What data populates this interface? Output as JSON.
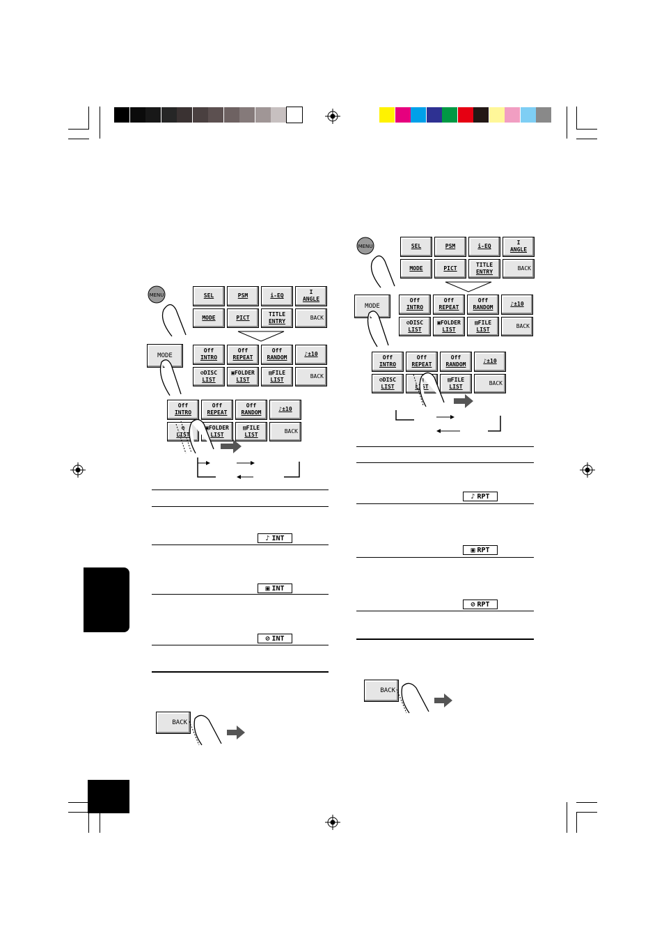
{
  "colors": {
    "gray_scale": [
      "#000000",
      "#0b0b0b",
      "#181818",
      "#262626",
      "#3a3232",
      "#4a4040",
      "#5c5050",
      "#6e6262",
      "#857a7a",
      "#a09696",
      "#c7c0c0",
      "#ffffff"
    ],
    "color_bar": [
      "#fff200",
      "#e6007e",
      "#00a0e9",
      "#2e3192",
      "#009944",
      "#e60012",
      "#231815",
      "#fff799",
      "#f19ec2",
      "#7ecef4",
      "#898989"
    ]
  },
  "menu_keys": {
    "sel": "SEL",
    "psm": "PSM",
    "ieq": "i-EQ",
    "angle_top": "I",
    "angle": "ANGLE",
    "mode": "MODE",
    "pict": "PICT",
    "title_top": "TITLE",
    "title": "ENTRY",
    "back": "BACK"
  },
  "mode_keys": {
    "off": "Off",
    "intro": "INTRO",
    "repeat": "REPEAT",
    "random": "RANDOM",
    "skip": "±10",
    "disc_top": "DISC",
    "disc": "LIST",
    "folder_top": "FOLDER",
    "folder": "LIST",
    "file_top": "FILE",
    "file": "LIST",
    "back": "BACK"
  },
  "fingers": {
    "menu": "MENU",
    "mode": "MODE"
  },
  "indicators": {
    "int": "INT",
    "rpt": "RPT"
  },
  "back_button": "BACK"
}
